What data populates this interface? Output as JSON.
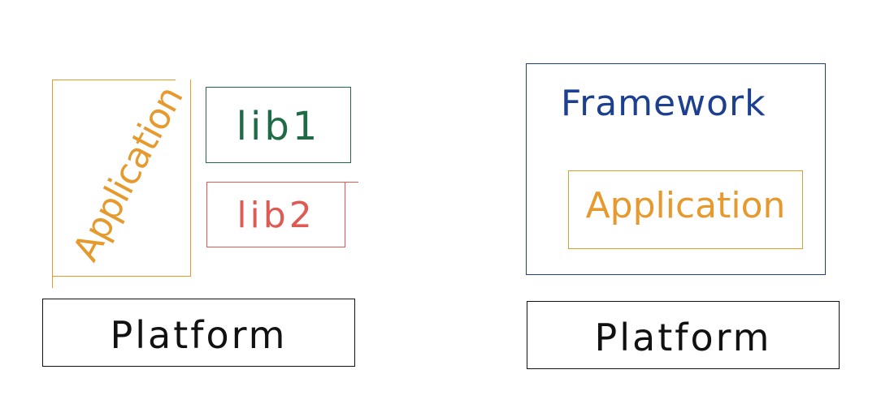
{
  "left_diagram": {
    "application_label": "Application",
    "lib1_label": "lib1",
    "lib2_label": "lib2",
    "platform_label": "Platform"
  },
  "right_diagram": {
    "framework_label": "Framework",
    "application_label": "Application",
    "platform_label": "Platform"
  },
  "colors": {
    "application": "#e69a2e",
    "lib1": "#1f6b45",
    "lib2": "#e05a54",
    "framework": "#1d3f8f",
    "platform": "#111111"
  }
}
